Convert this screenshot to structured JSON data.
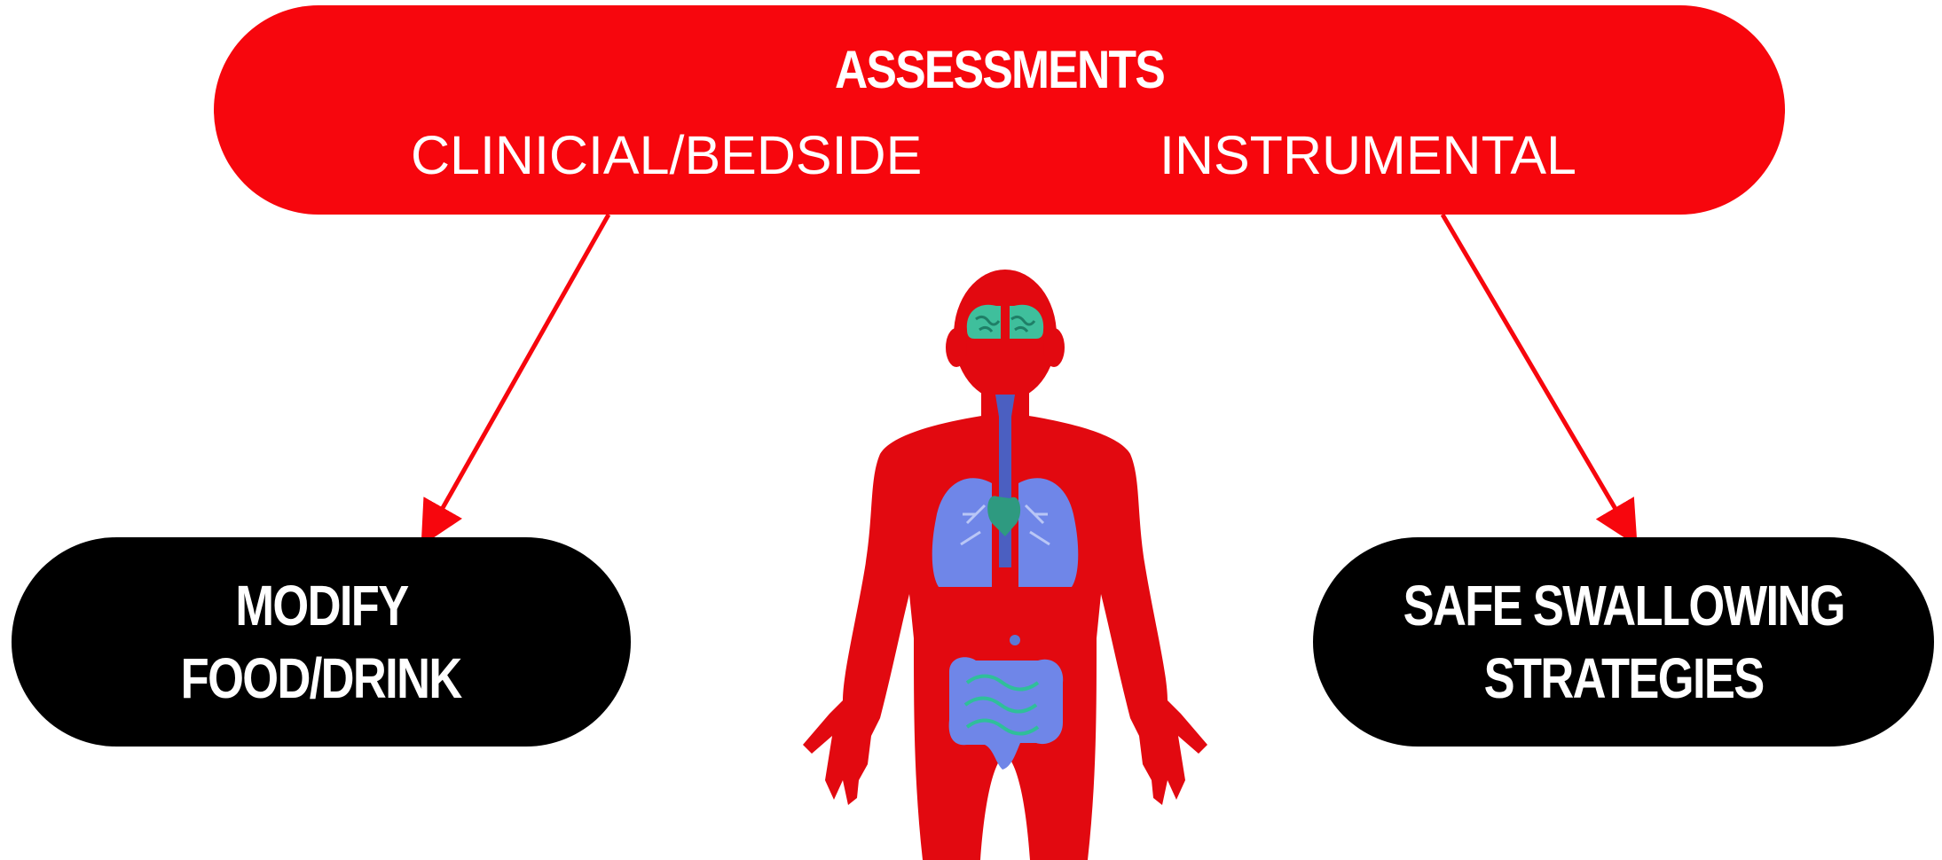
{
  "assessments": {
    "title": "ASSESSMENTS",
    "left_label": "CLINICIAL/BEDSIDE",
    "right_label": "INSTRUMENTAL"
  },
  "outcomes": {
    "left": {
      "line1": "MODIFY",
      "line2": "FOOD/DRINK"
    },
    "right": {
      "line1": "SAFE SWALLOWING",
      "line2": "STRATEGIES"
    }
  },
  "colors": {
    "accent_red": "#f7060d",
    "body_red": "#e20910",
    "pill_black": "#000000",
    "brain_teal": "#3fbf9c",
    "lung_blue": "#6f86e8",
    "gut_blue": "#5a78d6",
    "trachea_blue": "#4b5fc1"
  },
  "illustration": {
    "subject": "human-anatomy-figure",
    "organs": [
      "brain-icon",
      "trachea-icon",
      "lungs-icon",
      "heart-icon",
      "stomach-icon",
      "intestines-icon"
    ]
  }
}
